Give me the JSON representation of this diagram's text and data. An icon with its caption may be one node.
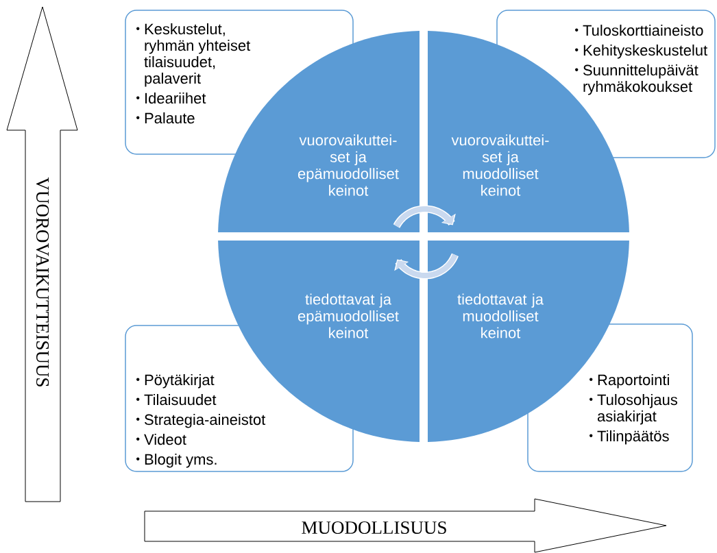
{
  "diagram": {
    "nodes": [
      {
        "text": [
          "Keskustelut, ryhmän yhteiset tilaisuudet, palaverit",
          "Ideariihet",
          "Palaute"
        ]
      },
      {
        "text": [
          "Tuloskorttiaineisto",
          "Kehityskeskustelut",
          "Suunnittelupäivät ryhmäkokoukset"
        ]
      },
      {
        "text": [
          "vuorovaikuttei-set ja epämuodolliset keinot"
        ]
      },
      {
        "text": [
          "vuorovaikuttei-set ja muodolliset keinot"
        ]
      },
      {
        "text": [
          "tiedottavat ja epämuodolliset keinot"
        ]
      },
      {
        "text": [
          "tiedottavat ja muodolliset keinot"
        ]
      },
      {
        "text": [
          "Pöytäkirjat",
          "Tilaisuudet",
          "Strategia-aineistot",
          "Videot",
          "Blogit yms."
        ]
      },
      {
        "text": [
          "Raportointi",
          "Tulosohjaus asiakirjat",
          "Tilinpäätös"
        ]
      },
      {
        "text": [
          "VUOROVAIKUTTEISUUS"
        ]
      },
      {
        "text": [
          "MUODOLLISUUS"
        ]
      }
    ]
  }
}
